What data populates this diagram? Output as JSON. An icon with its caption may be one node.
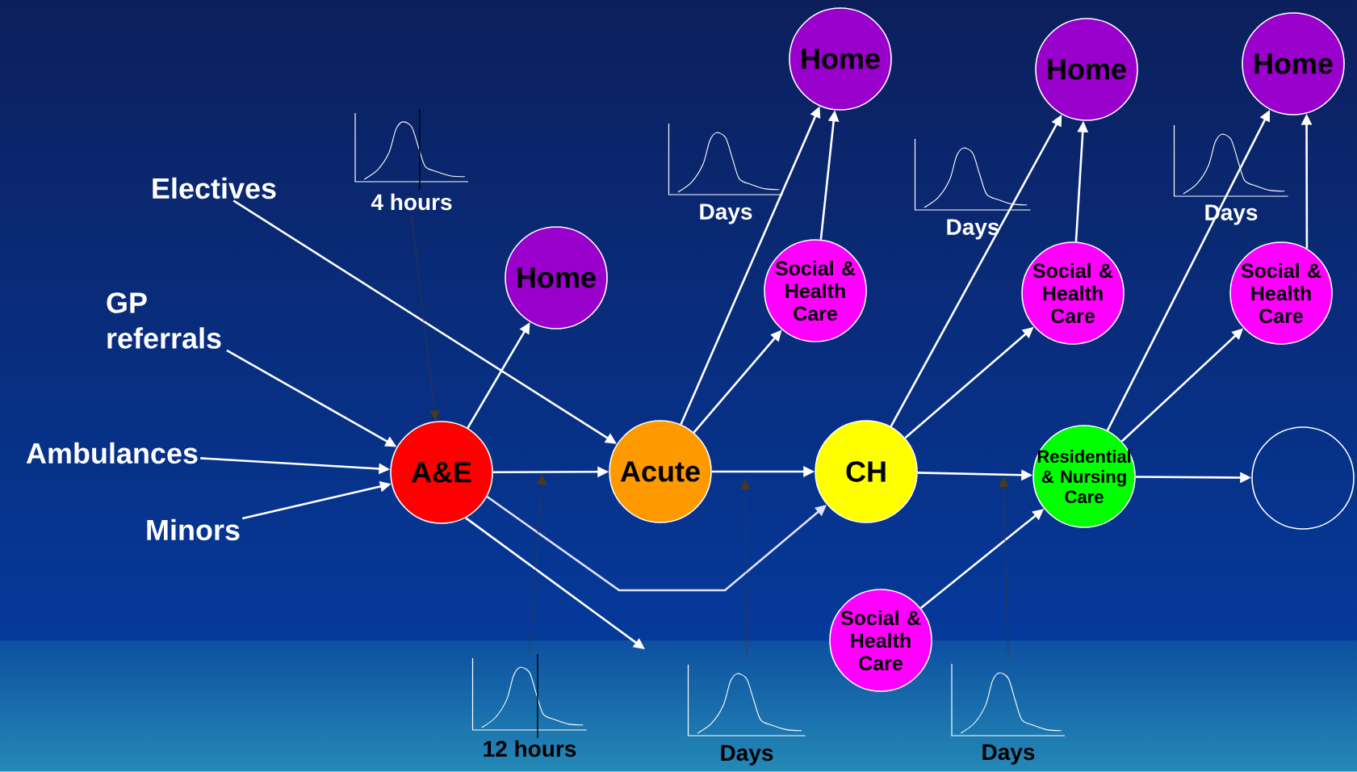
{
  "diagram": {
    "nodes": [
      {
        "text": [
          "Electives"
        ]
      },
      {
        "text": [
          "GP referrals"
        ]
      },
      {
        "text": [
          "Ambulances"
        ]
      },
      {
        "text": [
          "Minors"
        ]
      },
      {
        "text": [
          "A&E"
        ]
      },
      {
        "text": [
          "Home"
        ]
      },
      {
        "text": [
          "Acute"
        ]
      },
      {
        "text": [
          "Home"
        ]
      },
      {
        "text": [
          "Social & Health Care"
        ]
      },
      {
        "text": [
          "CH"
        ]
      },
      {
        "text": [
          "Home"
        ]
      },
      {
        "text": [
          "Social & Health Care"
        ]
      },
      {
        "text": [
          "Social & Health Care"
        ]
      },
      {
        "text": [
          "Residential & Nursing Care"
        ]
      },
      {
        "text": [
          "Home"
        ]
      },
      {
        "text": [
          "Social & Health Care"
        ]
      },
      {
        "text": [],
        "shape": "circle"
      },
      {
        "text": [
          "4 hours"
        ]
      },
      {
        "text": [
          "12 hours"
        ]
      },
      {
        "text": [
          "Days"
        ]
      },
      {
        "text": [
          "Days"
        ]
      }
    ],
    "edges": [
      {
        "from": 0,
        "to": 6,
        "arrow": "to"
      },
      {
        "from": 1,
        "to": 4,
        "arrow": "to"
      },
      {
        "from": 2,
        "to": 4,
        "arrow": "to"
      },
      {
        "from": 3,
        "to": 4,
        "arrow": "to"
      },
      {
        "from": 4,
        "to": 5,
        "arrow": "to"
      },
      {
        "from": 4,
        "to": 6,
        "arrow": "to"
      },
      {
        "from": 4,
        "to": 9,
        "arrow": "to",
        "color": "#e0e0ff"
      },
      {
        "from": 4,
        "to": null,
        "arrow": "to"
      },
      {
        "from": 6,
        "to": 7,
        "arrow": "to"
      },
      {
        "from": 6,
        "to": 8,
        "arrow": "to"
      },
      {
        "from": 6,
        "to": 9,
        "arrow": "to"
      },
      {
        "from": 8,
        "to": 7,
        "arrow": "to"
      },
      {
        "from": 9,
        "to": 10,
        "arrow": "to"
      },
      {
        "from": 9,
        "to": 11,
        "arrow": "to"
      },
      {
        "from": 9,
        "to": 13,
        "arrow": "to"
      },
      {
        "from": 11,
        "to": 10,
        "arrow": "to"
      },
      {
        "from": 13,
        "to": 14,
        "arrow": "to"
      },
      {
        "from": 13,
        "to": 15,
        "arrow": "to"
      },
      {
        "from": 13,
        "to": 16,
        "arrow": "to"
      },
      {
        "from": 15,
        "to": 14,
        "arrow": "to"
      },
      {
        "from": 12,
        "to": 13,
        "arrow": "to"
      },
      {
        "from": 17,
        "to": 4,
        "arrow": "to",
        "style": "dashed",
        "color": "#4a3a1c"
      },
      {
        "from": 18,
        "to": null,
        "arrow": "to",
        "style": "dashed",
        "color": "#4a3a1c"
      },
      {
        "from": 19,
        "to": null,
        "arrow": "to",
        "style": "dashed",
        "color": "#4a3a1c"
      },
      {
        "from": 20,
        "to": null,
        "arrow": "to",
        "style": "dashed",
        "color": "#4a3a1c"
      }
    ],
    "labels": [
      "Days",
      "Days",
      "Days"
    ]
  }
}
